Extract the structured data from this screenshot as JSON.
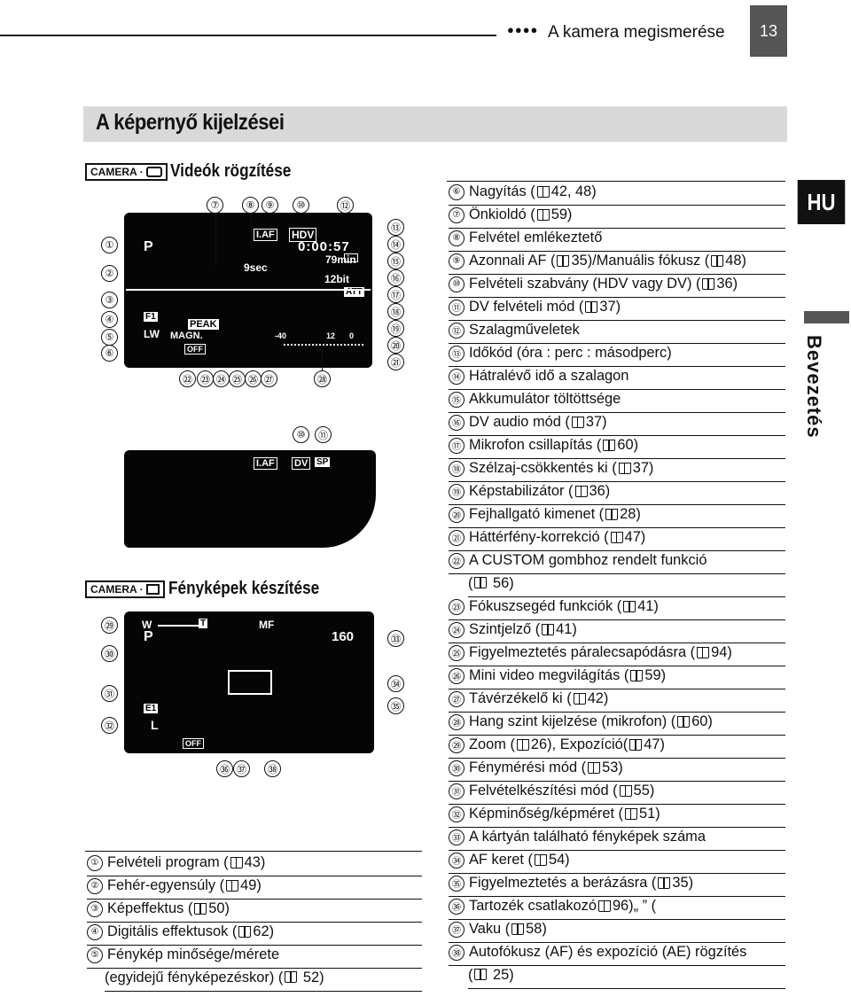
{
  "header": {
    "section": "A kamera megismerése",
    "page_number": "13",
    "dots": "●●●●"
  },
  "page_title": "A képernyő kijelzései",
  "side_tab": {
    "lang": "HU",
    "chapter": "Bevezetés"
  },
  "video": {
    "mode_label": "CAMERA",
    "title": "Videók rögzítése",
    "screen": {
      "p": "P",
      "format": "HDV",
      "iaf": "I.AF",
      "timecode": "0:00:57",
      "remaining": "79min",
      "bits": "12bit",
      "att": "ATT",
      "timer": "9sec",
      "peak": "PEAK",
      "magn": "MAGN.",
      "off": "OFF",
      "f1": "F1",
      "lw": "LW",
      "level_minus40": "-40",
      "level_12": "12",
      "level_0": "0"
    },
    "screen2": {
      "iaf": "I.AF",
      "dv": "DV",
      "sp": "SP"
    },
    "callouts_top": [
      "⑦",
      "⑧",
      "⑨",
      "⑩",
      "⑫"
    ],
    "callouts_left": [
      "①",
      "②",
      "③",
      "④",
      "⑤",
      "⑥"
    ],
    "callouts_right": [
      "⑬",
      "⑭",
      "⑮",
      "⑯",
      "⑰",
      "⑱",
      "⑲",
      "⑳",
      "㉑"
    ],
    "callouts_bottom": [
      "㉒",
      "㉓",
      "㉔",
      "㉕",
      "㉖",
      "㉗",
      "㉘"
    ],
    "callouts_screen2": [
      "⑩",
      "⑪"
    ]
  },
  "photo": {
    "mode_label": "CAMERA",
    "title": "Fényképek készítése",
    "screen": {
      "w": "W",
      "t": "T",
      "mf": "MF",
      "p": "P",
      "count": "160",
      "e1": "E1",
      "l": "L",
      "off": "OFF"
    },
    "callouts_left": [
      "㉙",
      "㉚",
      "㉛",
      "㉜"
    ],
    "callouts_right": [
      "㉝",
      "㉞",
      "㉟"
    ],
    "callouts_bottom": [
      "㊱",
      "㊲",
      "㊳"
    ]
  },
  "left_list": [
    {
      "n": "①",
      "text": "Felvételi program (",
      "ref": " 43)"
    },
    {
      "n": "②",
      "text": "Fehér-egyensúly (",
      "ref": " 49)"
    },
    {
      "n": "③",
      "text": "Képeffektus (",
      "ref": " 50)"
    },
    {
      "n": "④",
      "text": "Digitális effektusok (",
      "ref": " 62)"
    },
    {
      "n": "⑤",
      "text": "Fénykép minősége/mérete",
      "ref": ""
    }
  ],
  "left_list_cont": {
    "text": "(egyidejű fényképezéskor) (",
    "ref": " 52)"
  },
  "right_list": [
    {
      "n": "⑥",
      "text": "Nagyítás (",
      "ref": " 42, 48)"
    },
    {
      "n": "⑦",
      "text": "Önkioldó (",
      "ref": " 59)"
    },
    {
      "n": "⑧",
      "text": "Felvétel emlékeztető",
      "ref": ""
    },
    {
      "n": "⑨",
      "text": "Azonnali AF (",
      "ref": " 35)/Manuális fókusz (",
      "ref2": " 48)"
    },
    {
      "n": "⑩",
      "text": "Felvételi szabvány (HDV vagy DV) (",
      "ref": " 36)"
    },
    {
      "n": "⑪",
      "text": "DV felvételi mód (",
      "ref": " 37)"
    },
    {
      "n": "⑫",
      "text": " Szalagműveletek",
      "ref": ""
    },
    {
      "n": "⑬",
      "text": "Időkód (óra : perc : másodperc)",
      "ref": ""
    },
    {
      "n": "⑭",
      "text": "Hátralévő idő a szalagon",
      "ref": ""
    },
    {
      "n": "⑮",
      "text": "Akkumulátor töltöttsége",
      "ref": ""
    },
    {
      "n": "⑯",
      "text": "DV audio mód (",
      "ref": " 37)"
    },
    {
      "n": "⑰",
      "text": "Mikrofon csillapítás (",
      "ref": " 60)"
    },
    {
      "n": "⑱",
      "text": "Szélzaj-csökkentés ki (",
      "ref": " 37)"
    },
    {
      "n": "⑲",
      "text": "Képstabilizátor (",
      "ref": " 36)"
    },
    {
      "n": "⑳",
      "text": "Fejhallgató kimenet (",
      "ref": " 28)"
    },
    {
      "n": "㉑",
      "text": "Háttérfény-korrekció (",
      "ref": " 47)"
    },
    {
      "n": "㉒",
      "text": "A CUSTOM gombhoz rendelt funkció",
      "ref": ""
    }
  ],
  "right_list_cont22": {
    "text": "(",
    "ref": " 56)"
  },
  "right_list2": [
    {
      "n": "㉓",
      "text": "Fókuszsegéd funkciók (",
      "ref": " 41)"
    },
    {
      "n": "㉔",
      "text": "Szintjelző (",
      "ref": " 41)"
    },
    {
      "n": "㉕",
      "text": "Figyelmeztetés páralecsapódásra (",
      "ref": " 94)"
    },
    {
      "n": "㉖",
      "text": "Mini video megvilágítás  (",
      "ref": " 59)"
    },
    {
      "n": "㉗",
      "text": "Távérzékelő ki (",
      "ref": " 42)"
    },
    {
      "n": "㉘",
      "text": "Hang szint kijelzése (mikrofon) (",
      "ref": " 60)"
    },
    {
      "n": "㉙",
      "text": "Zoom (",
      "ref": " 26), Expozíció ",
      "ref2": " 47)",
      "mid": "    ("
    },
    {
      "n": "㉚",
      "text": "Fénymérési mód (",
      "ref": " 53)"
    },
    {
      "n": "㉛",
      "text": "Felvételkészítési mód (",
      "ref": " 55)"
    },
    {
      "n": "㉜",
      "text": "Képminőség/képméret (",
      "ref": " 51)"
    },
    {
      "n": "㉝",
      "text": "A kártyán található fényképek száma",
      "ref": ""
    },
    {
      "n": "㉞",
      "text": "AF keret (",
      "ref": " 54)"
    },
    {
      "n": "㉟",
      "text": "Figyelmeztetés a berázásra (",
      "ref": " 35)"
    },
    {
      "n": "㊱",
      "text": "Tartozék csatlakozó ",
      "ref": " 96)",
      "mid": "„ ”  ("
    },
    {
      "n": "㊲",
      "text": " Vaku (",
      "ref": " 58)"
    },
    {
      "n": "㊳",
      "text": "Autofókusz (AF) és expozíció (AE) rögzítés",
      "ref": ""
    }
  ],
  "right_list_cont38": {
    "text": "(",
    "ref": " 25)"
  }
}
